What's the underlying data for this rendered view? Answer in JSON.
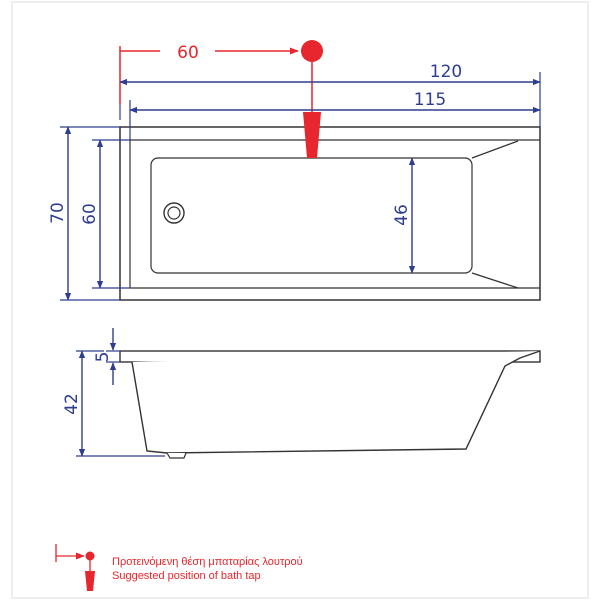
{
  "colors": {
    "dimension": "#2e3d8f",
    "tap": "#e8262d",
    "outline": "#333333",
    "fill": "#ffffff",
    "frame": "#dcdcdc"
  },
  "top_view": {
    "tap_offset": "60",
    "overall_length": "120",
    "inner_length": "115",
    "overall_width": "70",
    "inner_width": "60",
    "basin_width": "46"
  },
  "side_view": {
    "rim_thickness": "5",
    "height": "42"
  },
  "legend": {
    "line1": "Προτεινόμενη θέση μπαταρίας λουτρού",
    "line2": "Suggested position of bath tap"
  }
}
